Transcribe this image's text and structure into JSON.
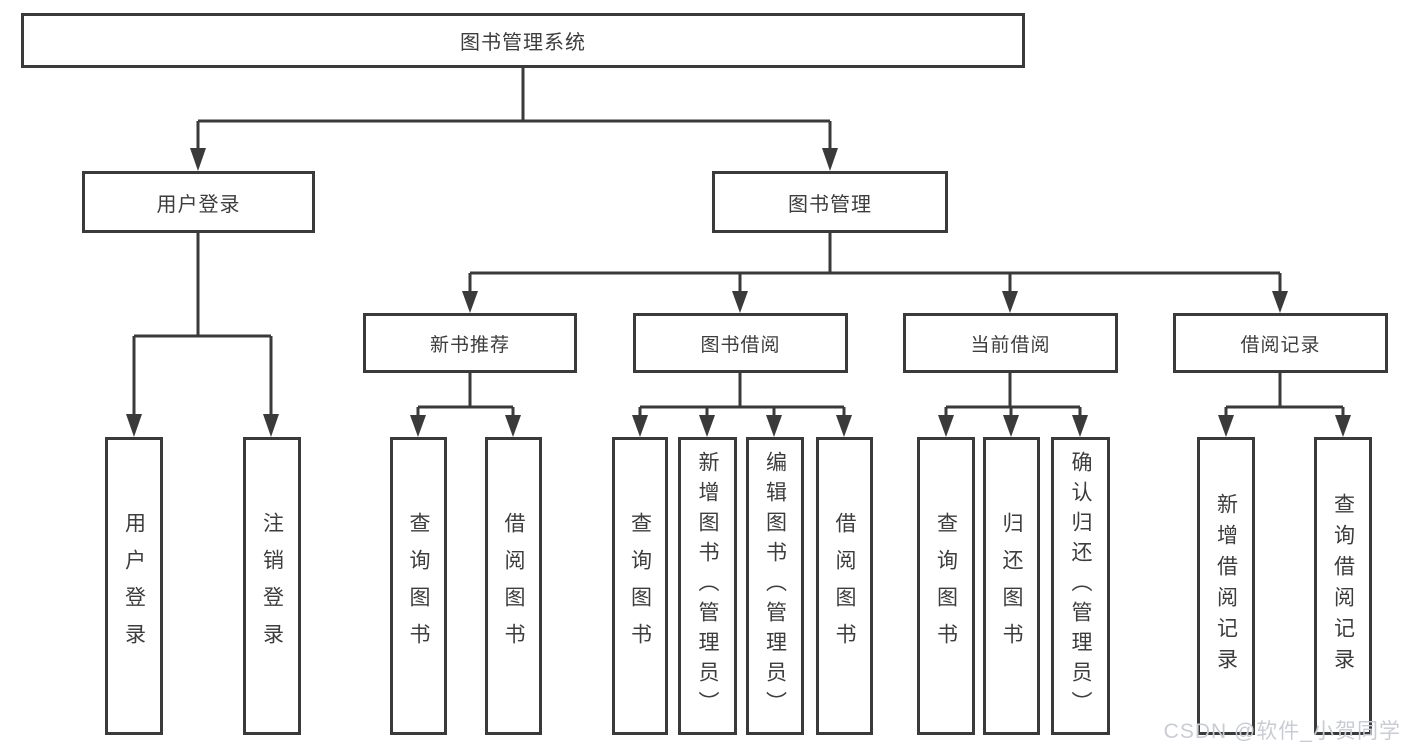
{
  "diagram": {
    "title": "图书管理系统",
    "root": {
      "label": "图书管理系统"
    },
    "level2": [
      {
        "id": "user-login",
        "label": "用户登录"
      },
      {
        "id": "book-management",
        "label": "图书管理"
      }
    ],
    "level3": [
      {
        "id": "new-book-recommend",
        "label": "新书推荐"
      },
      {
        "id": "book-borrow",
        "label": "图书借阅"
      },
      {
        "id": "current-borrow",
        "label": "当前借阅"
      },
      {
        "id": "borrow-records",
        "label": "借阅记录"
      }
    ],
    "leaves": [
      {
        "id": "user-login",
        "parent": "用户登录",
        "label": "用户登录"
      },
      {
        "id": "logout",
        "parent": "用户登录",
        "label": "注销登录"
      },
      {
        "id": "query-books-1",
        "parent": "新书推荐",
        "label": "查询图书"
      },
      {
        "id": "borrow-books-1",
        "parent": "新书推荐",
        "label": "借阅图书"
      },
      {
        "id": "query-books-2",
        "parent": "图书借阅",
        "label": "查询图书"
      },
      {
        "id": "add-book-admin",
        "parent": "图书借阅",
        "label": "新增图书（管理员）"
      },
      {
        "id": "edit-book-admin",
        "parent": "图书借阅",
        "label": "编辑图书（管理员）"
      },
      {
        "id": "borrow-books-2",
        "parent": "图书借阅",
        "label": "借阅图书"
      },
      {
        "id": "query-books-3",
        "parent": "当前借阅",
        "label": "查询图书"
      },
      {
        "id": "return-book",
        "parent": "当前借阅",
        "label": "归还图书"
      },
      {
        "id": "confirm-return-admin",
        "parent": "当前借阅",
        "label": "确认归还（管理员）"
      },
      {
        "id": "add-borrow-record",
        "parent": "借阅记录",
        "label": "新增借阅记录"
      },
      {
        "id": "query-borrow-record",
        "parent": "借阅记录",
        "label": "查询借阅记录"
      }
    ],
    "watermark": "CSDN @软件_小贺同学",
    "colors": {
      "background": "#ffffff",
      "border": "#3a3a3a",
      "line": "#3a3a3a",
      "text": "#3d3d3d",
      "watermark": "#c9cdd3"
    }
  }
}
